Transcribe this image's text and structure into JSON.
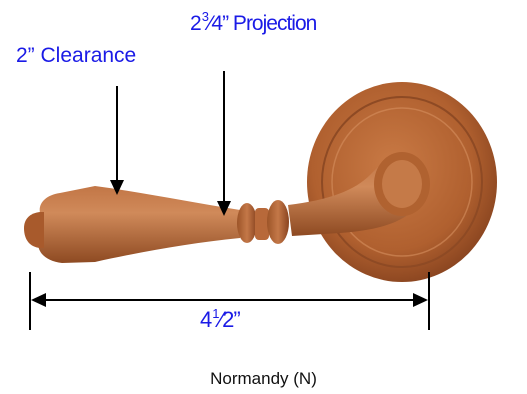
{
  "diagram": {
    "projection": {
      "whole": "2",
      "sup": "3",
      "rest": "⁄4” Projection"
    },
    "clearance": "2” Clearance",
    "width": {
      "whole": "4",
      "sup": "1",
      "rest": "⁄2”"
    },
    "caption": "Normandy (N)",
    "colors": {
      "label": "#1a1ae6",
      "line": "#000000",
      "wood": "#b86a3a"
    }
  }
}
